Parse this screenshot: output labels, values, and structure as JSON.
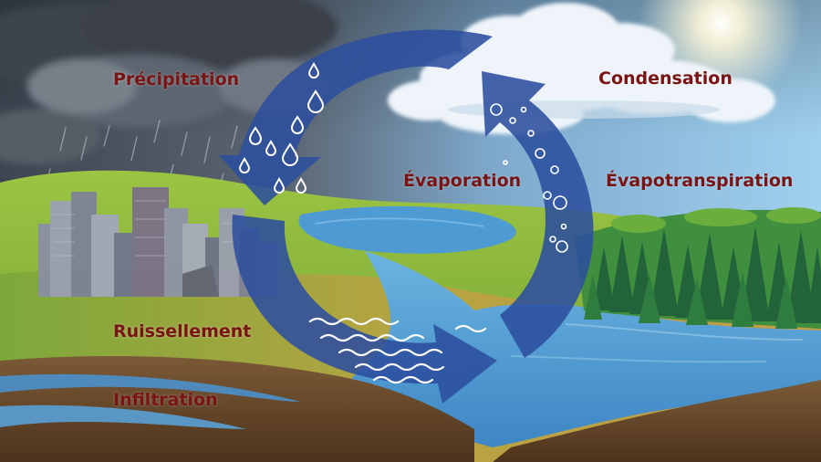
{
  "labels": {
    "precipitation": "Précipitation",
    "condensation": "Condensation",
    "evaporation": "Évaporation",
    "evapotranspiration": "Évapotranspiration",
    "ruissellement": "Ruissellement",
    "infiltration": "Infiltration"
  },
  "colors": {
    "label_text": "#7a1414",
    "cycle_arrow": "#2c4f9e",
    "water": "#4f9fd6",
    "grass": "#86b83a",
    "forest": "#2f7d3e",
    "soil": "#6b4a2c",
    "storm_sky": "#4d5663",
    "clear_sky": "#8fc3e6"
  }
}
